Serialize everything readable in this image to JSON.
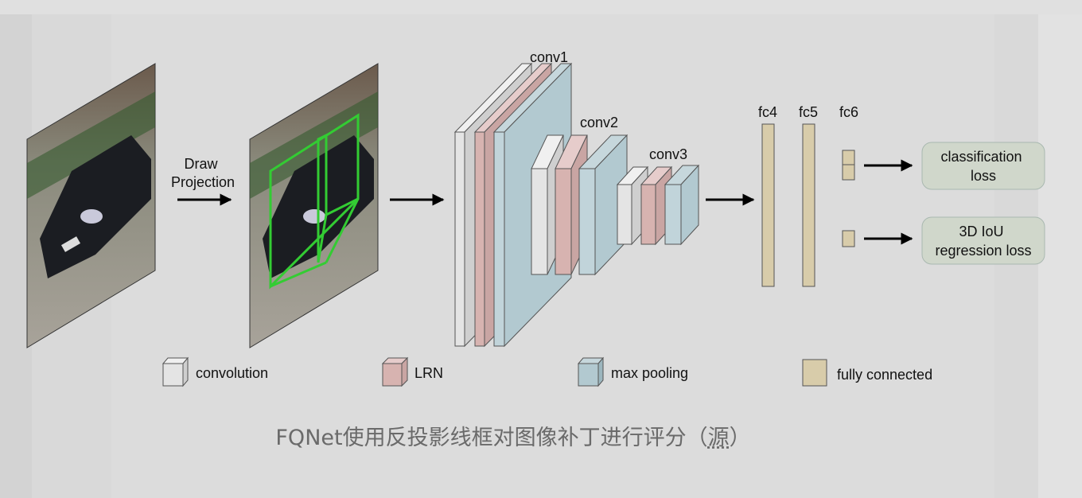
{
  "diagram": {
    "input_label": "Draw\nProjection",
    "layers": {
      "conv1": "conv1",
      "conv2": "conv2",
      "conv3": "conv3",
      "fc4": "fc4",
      "fc5": "fc5",
      "fc6": "fc6"
    },
    "outputs": {
      "classification": "classification\nloss",
      "regression": "3D IoU\nregression loss"
    },
    "legend": [
      {
        "label": "convolution",
        "color": "#e4e4e4"
      },
      {
        "label": "LRN",
        "color": "#d7b3b0"
      },
      {
        "label": "max pooling",
        "color": "#b2c9d0"
      },
      {
        "label": "fully connected",
        "color": "#d8ccaa"
      }
    ],
    "colors": {
      "conv": "#e4e4e4",
      "lrn": "#d7b3b0",
      "pool": "#b2c9d0",
      "fc": "#d8ccaa",
      "output_box": "#d0d7cb",
      "projection_box": "#33cc33"
    }
  },
  "caption": {
    "text": "FQNet使用反投影线框对图像补丁进行评分（",
    "link": "源",
    "tail": "）"
  }
}
